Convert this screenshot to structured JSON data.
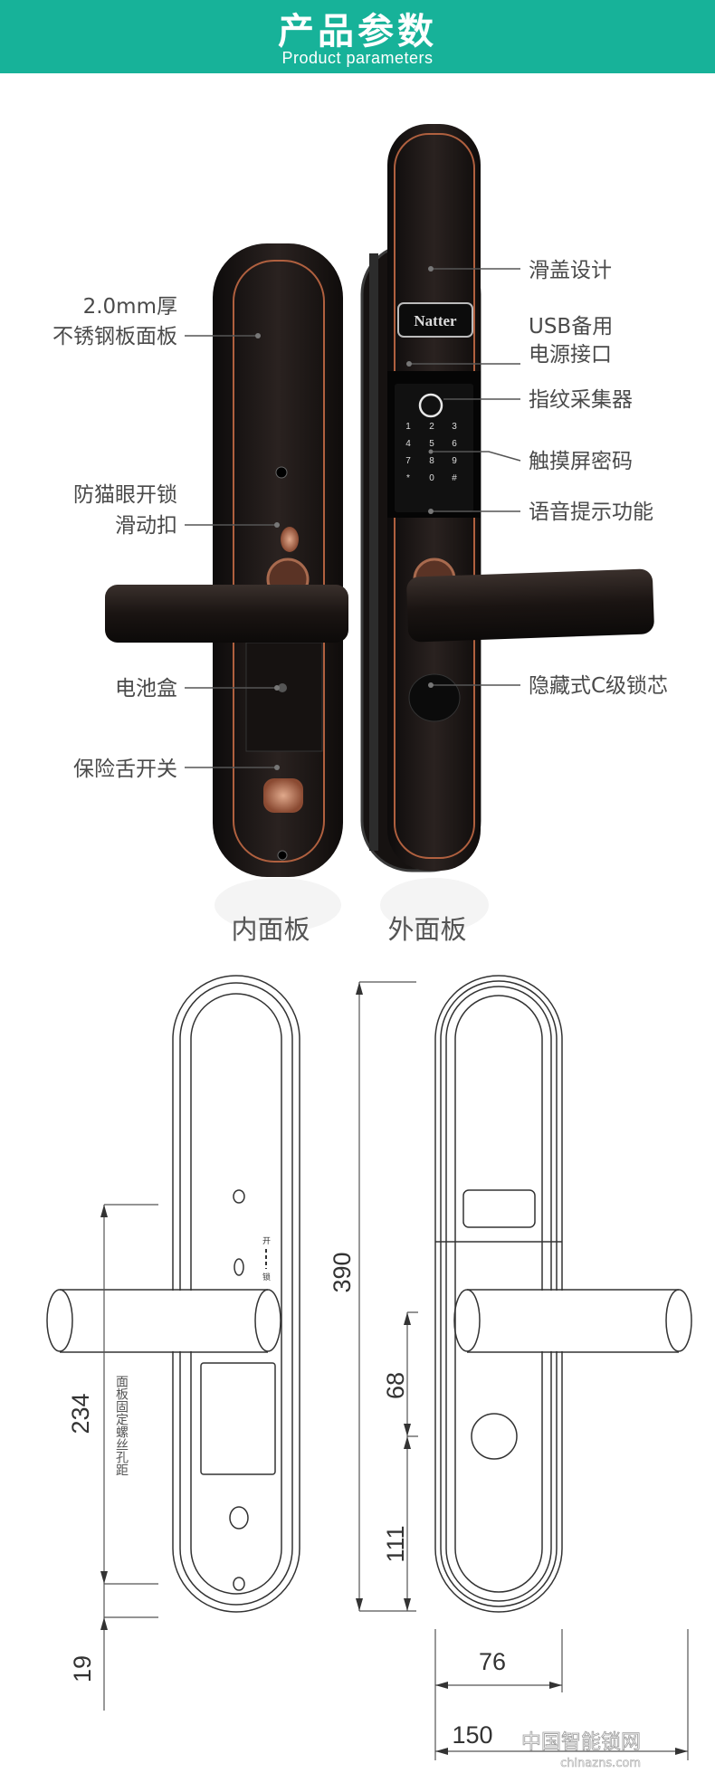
{
  "header": {
    "title": "产品参数",
    "subtitle": "Product parameters",
    "background": "#17b299"
  },
  "photo": {
    "brand_logo": "Natter",
    "left_callouts": [
      {
        "lines": [
          "2.0mm厚",
          "不锈钢板面板"
        ]
      },
      {
        "lines": [
          "防猫眼开锁",
          "滑动扣"
        ]
      },
      {
        "lines": [
          "电池盒"
        ]
      },
      {
        "lines": [
          "保险舌开关"
        ]
      }
    ],
    "right_callouts": [
      {
        "lines": [
          "滑盖设计"
        ]
      },
      {
        "lines": [
          "USB备用",
          "电源接口"
        ]
      },
      {
        "lines": [
          "指纹采集器"
        ]
      },
      {
        "lines": [
          "触摸屏密码"
        ]
      },
      {
        "lines": [
          "语音提示功能"
        ]
      },
      {
        "lines": [
          "隐藏式C级锁芯"
        ]
      }
    ],
    "keypad_keys": [
      "1",
      "2",
      "3",
      "4",
      "5",
      "6",
      "7",
      "8",
      "9",
      "*",
      "0",
      "#"
    ],
    "captions": {
      "inner": "内面板",
      "outer": "外面板"
    },
    "colors": {
      "panel": "#1c1614",
      "trim": "#b0603f",
      "copper": "#a86a4e"
    }
  },
  "drawing": {
    "dimensions": {
      "total_height": "390",
      "screw_spacing": "234",
      "bottom_offset": "19",
      "handle_to_cylinder": "68",
      "cylinder_to_bottom": "111",
      "panel_width": "76",
      "overall_width": "150"
    },
    "screw_note": "面板固定螺丝孔距",
    "switch_marks": [
      "开",
      "锁"
    ]
  },
  "watermark": {
    "text": "中国智能锁网",
    "url": "chinazns.com"
  }
}
